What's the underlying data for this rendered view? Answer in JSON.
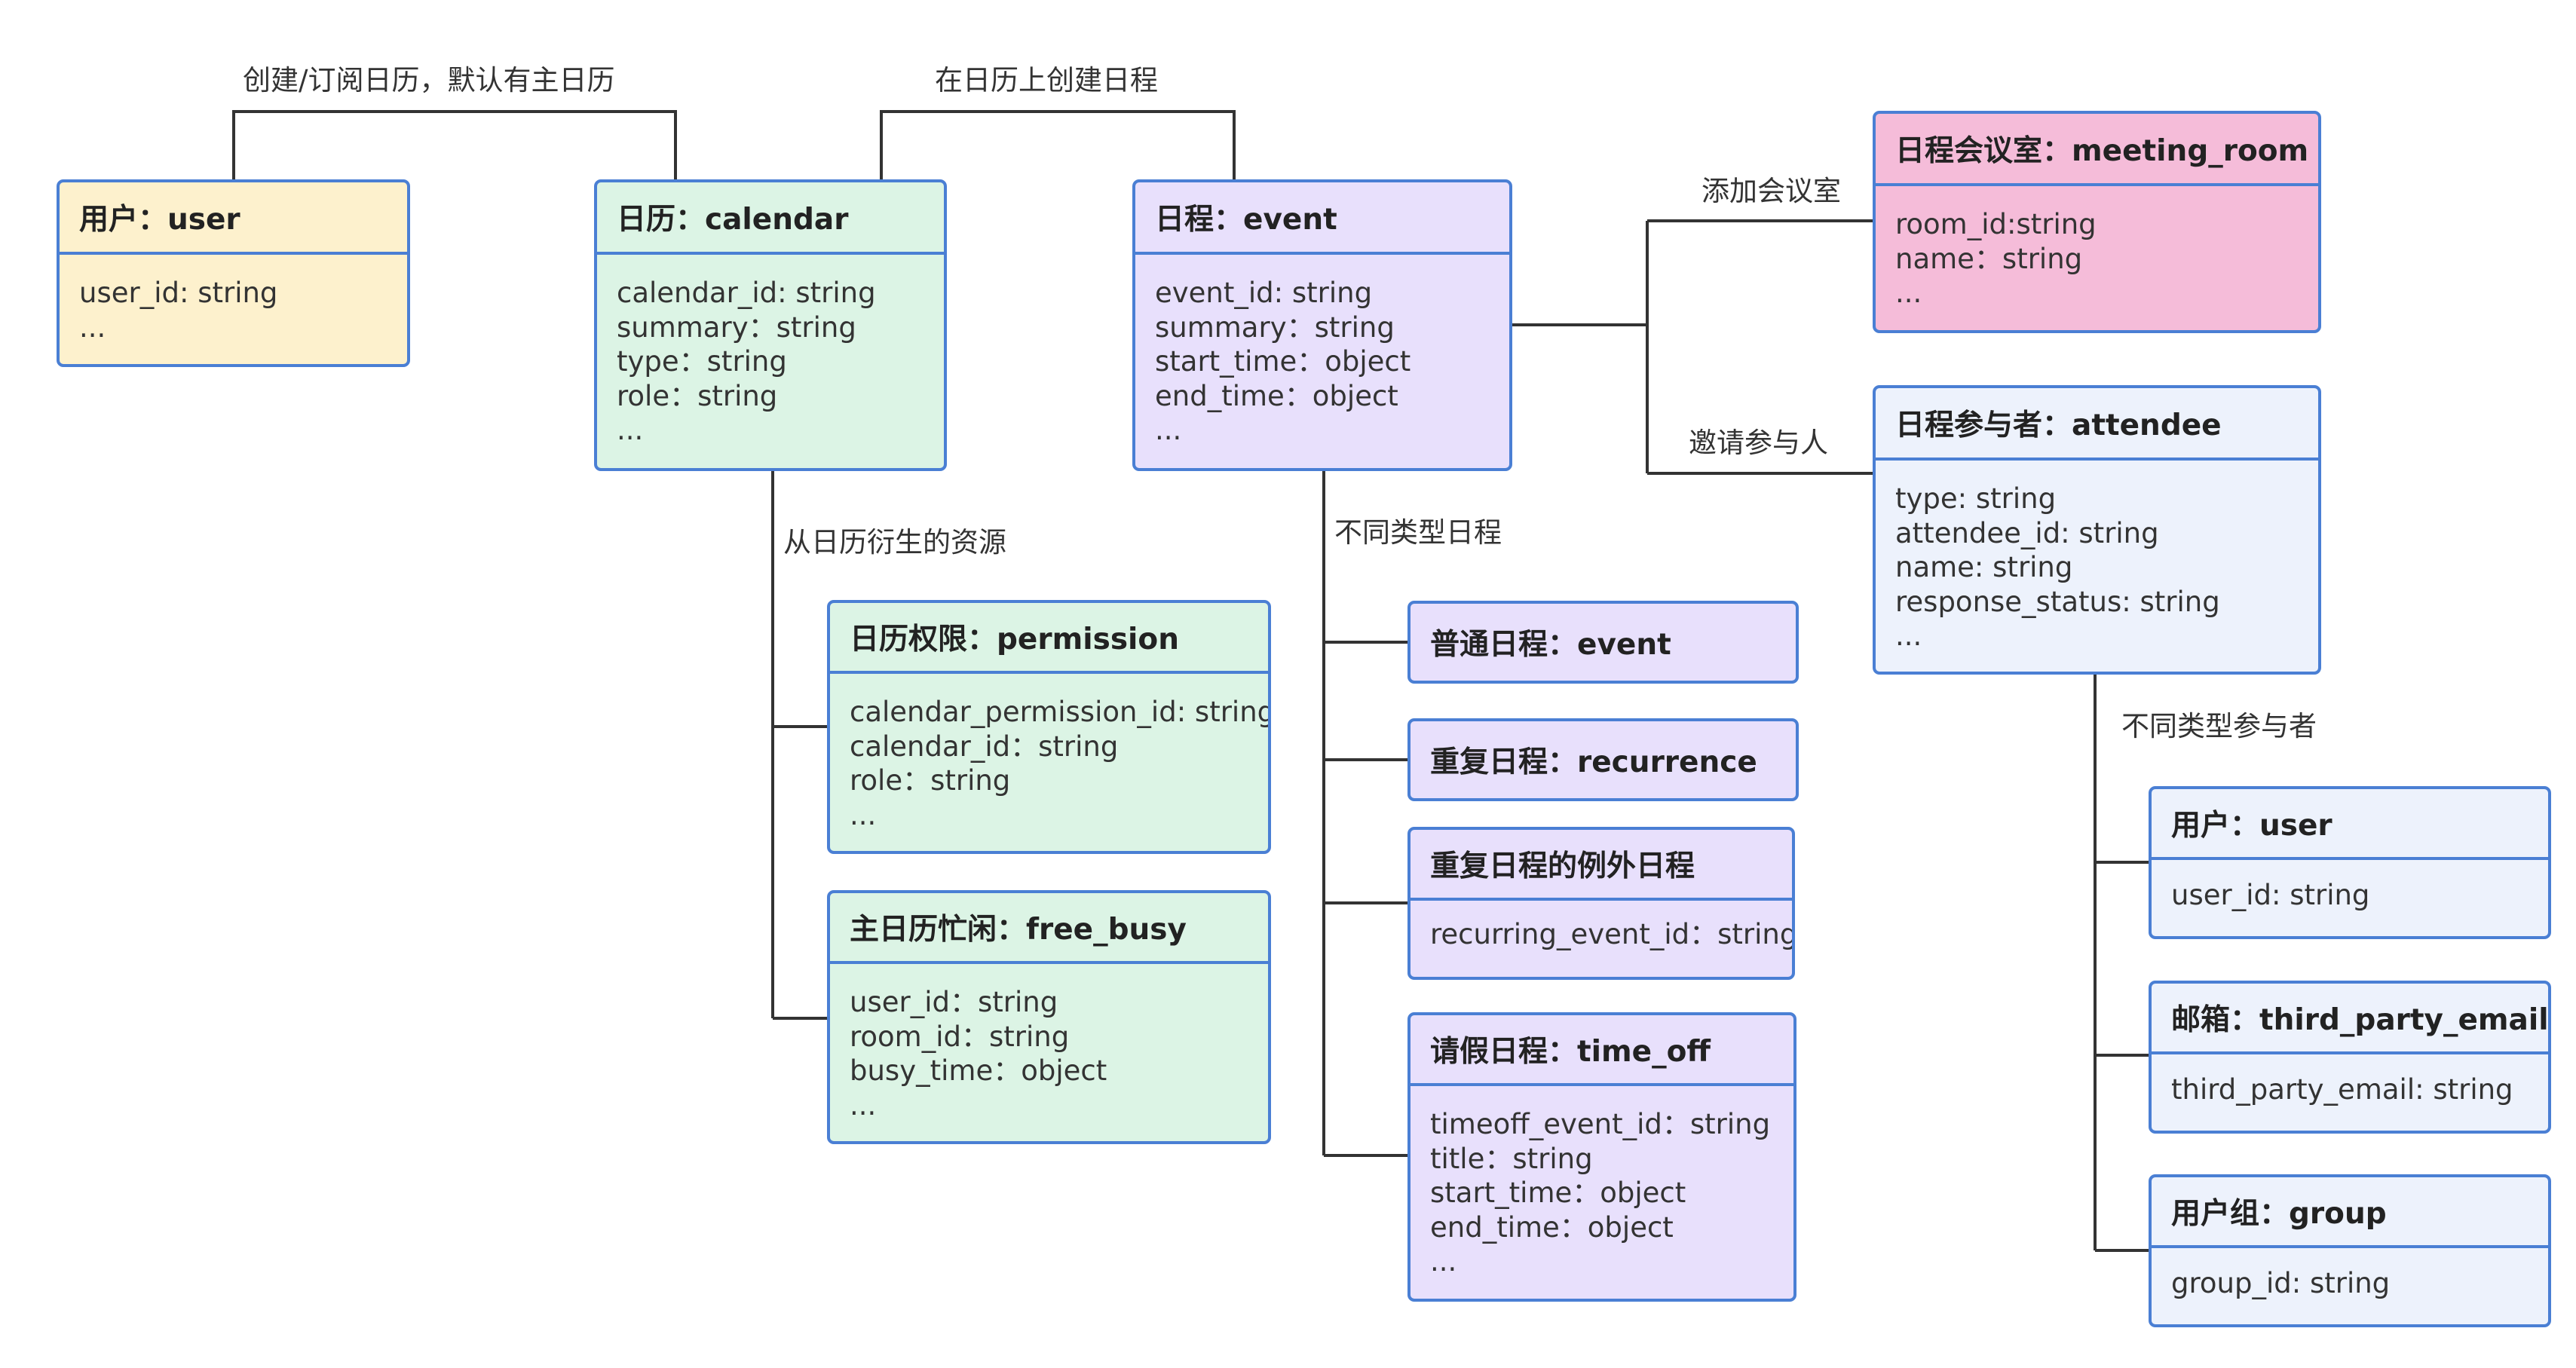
{
  "colors": {
    "user": "#fdf1cd",
    "calendar": "#dcf4e5",
    "event": "#e8e0fc",
    "meeting_room": "#f5bcd9",
    "attendee": "#edf2fc",
    "border": "#4a7fd4",
    "line": "#333333"
  },
  "edges": {
    "user_calendar": "创建/订阅日历，默认有主日历",
    "calendar_event": "在日历上创建日程",
    "add_room": "添加会议室",
    "invite": "邀请参与人",
    "derived": "从日历衍生的资源",
    "event_types": "不同类型日程",
    "attendee_types": "不同类型参与者"
  },
  "entities": {
    "user": {
      "title": "用户：user",
      "fields": [
        "user_id: string",
        "..."
      ]
    },
    "calendar": {
      "title": "日历：calendar",
      "fields": [
        "calendar_id: string",
        "summary：string",
        "type：string",
        "role：string",
        "..."
      ]
    },
    "event": {
      "title": "日程：event",
      "fields": [
        "event_id: string",
        "summary：string",
        "start_time：object",
        "end_time：object",
        "..."
      ]
    },
    "meeting_room": {
      "title": "日程会议室：meeting_room",
      "fields": [
        "room_id:string",
        "name：string",
        "..."
      ]
    },
    "attendee": {
      "title": "日程参与者：attendee",
      "fields": [
        "type: string",
        "attendee_id: string",
        "name: string",
        "response_status: string",
        "..."
      ]
    },
    "permission": {
      "title": "日历权限：permission",
      "fields": [
        "calendar_permission_id: string",
        "calendar_id：string",
        "role：string",
        "..."
      ]
    },
    "free_busy": {
      "title": "主日历忙闲：free_busy",
      "fields": [
        "user_id：string",
        "room_id：string",
        "busy_time：object",
        "..."
      ]
    },
    "normal_event": {
      "title": "普通日程：event",
      "fields": []
    },
    "recurrence": {
      "title": "重复日程：recurrence",
      "fields": []
    },
    "exception": {
      "title": "重复日程的例外日程",
      "fields": [
        "recurring_event_id：string"
      ]
    },
    "time_off": {
      "title": "请假日程：time_off",
      "fields": [
        "timeoff_event_id：string",
        "title：string",
        "start_time：object",
        "end_time：object",
        "..."
      ]
    },
    "att_user": {
      "title": "用户：user",
      "fields": [
        "user_id: string"
      ]
    },
    "third_party_email": {
      "title": "邮箱：third_party_email",
      "fields": [
        "third_party_email: string"
      ]
    },
    "group": {
      "title": "用户组：group",
      "fields": [
        "group_id: string"
      ]
    }
  }
}
